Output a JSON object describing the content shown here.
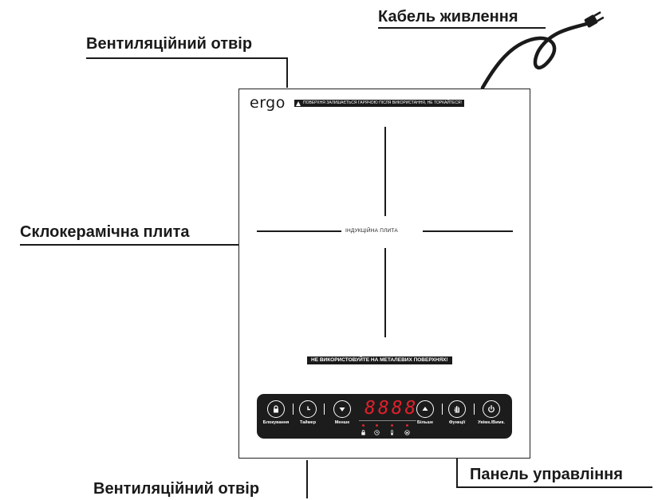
{
  "callouts": {
    "vent_top": "Вентиляційний отвір",
    "power_cable": "Кабель живлення",
    "glass_plate": "Склокерамічна плита",
    "control_panel": "Панель управління",
    "vent_bottom": "Вентиляційний отвір"
  },
  "device": {
    "logo": "ergo",
    "warning": "ПОВЕРХНЯ ЗАЛИШАЄТЬСЯ ГАРЯЧОЮ ПІСЛЯ ВИКОРИСТАННЯ, НЕ ТОРКАЙТЕСЯ!",
    "zone_label": "ІНДУКЦІЙНА ПЛИТА",
    "metal_warning": "НЕ ВИКОРИСТОВУЙТЕ НА МЕТАЛЕВИХ ПОВЕРХНЯХ!"
  },
  "panel": {
    "display": "8888",
    "buttons": {
      "lock": "Блокування",
      "timer": "Таймер",
      "less": "Менше",
      "more": "Більше",
      "functions": "Функції",
      "power": "Увімк./Вимк."
    }
  },
  "colors": {
    "display": "#e0202a",
    "panel": "#1c1c1c"
  },
  "icons": [
    "lock-icon",
    "clock-icon",
    "down-arrow-icon",
    "up-arrow-icon",
    "hand-icon",
    "power-icon",
    "thermometer-icon",
    "watt-icon"
  ]
}
